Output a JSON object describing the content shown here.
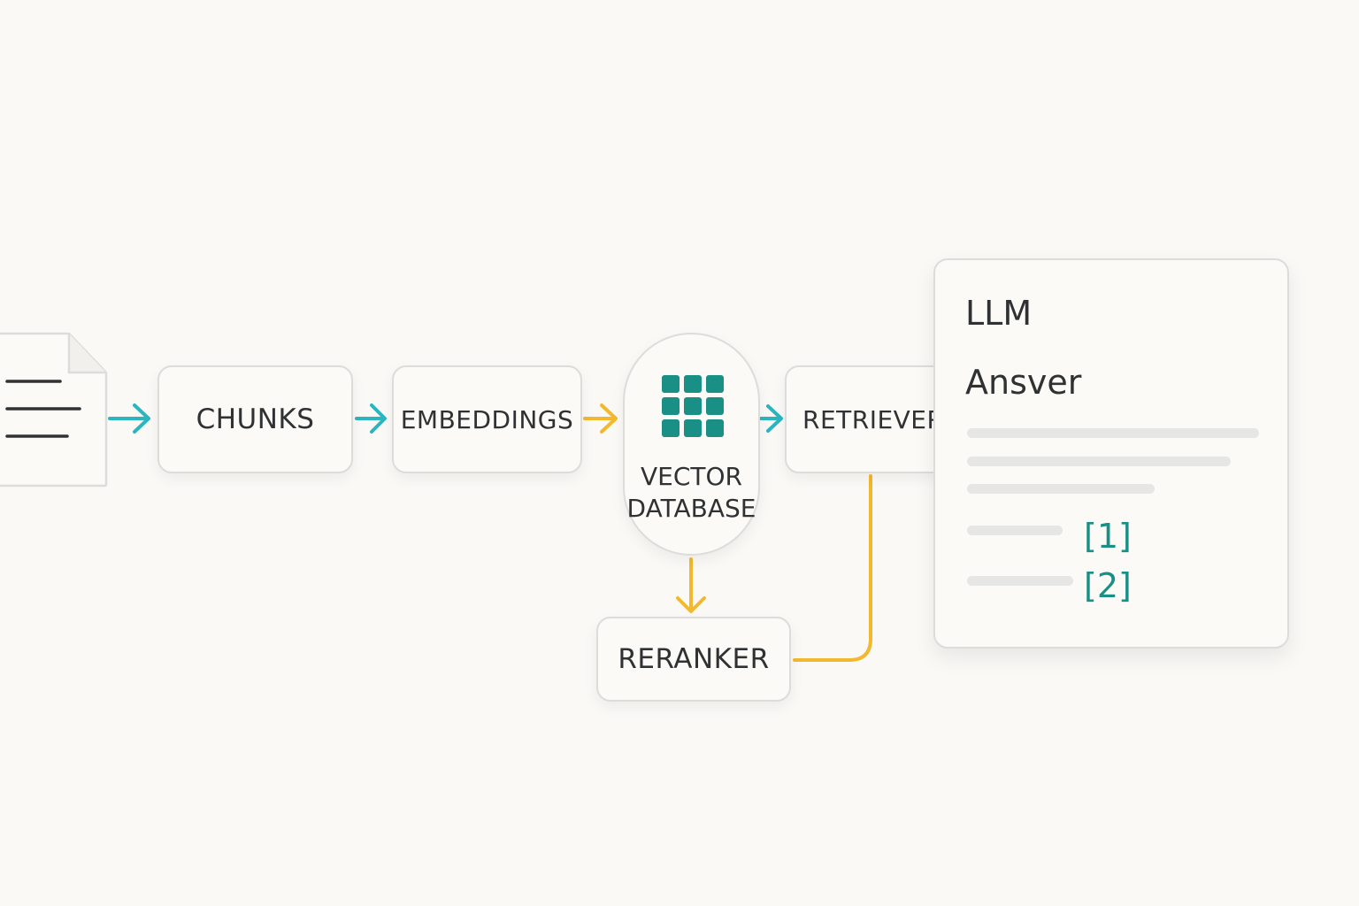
{
  "nodes": {
    "chunks": "CHUNKS",
    "embeddings": "EMBEDDINGS",
    "vector_db_line1": "VECTOR",
    "vector_db_line2": "DATABASE",
    "retriever": "RETRIEVER",
    "reranker": "RERANKER"
  },
  "llm_card": {
    "title": "LLM",
    "answer_heading": "Ansver",
    "citations": [
      "[1]",
      "[2]"
    ]
  },
  "colors": {
    "teal": "#1a8f85",
    "cyan_arrow": "#2bb5c0",
    "yellow_arrow": "#f2b92e",
    "text": "#2f3133",
    "border": "#dcdcda"
  },
  "icons": {
    "document": "document-icon",
    "vector_grid": "grid-icon"
  }
}
